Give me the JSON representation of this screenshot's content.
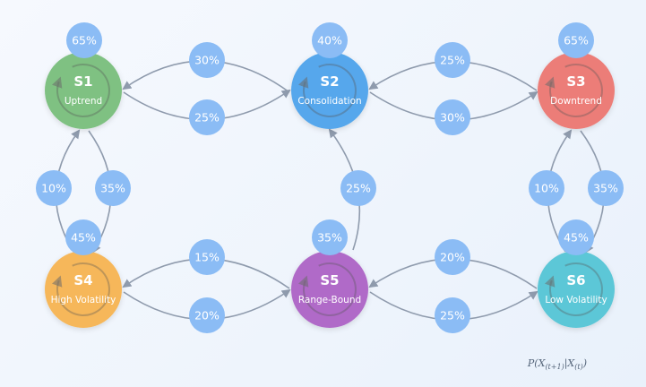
{
  "colors": {
    "edge": "#8f9bad",
    "badge": "#8bbcf5",
    "badge_text": "#ffffff"
  },
  "states": [
    {
      "id": "S1",
      "code": "S1",
      "label": "Uptrend",
      "self_prob": "65%",
      "color": "#7fc182"
    },
    {
      "id": "S2",
      "code": "S2",
      "label": "Consolidation",
      "self_prob": "40%",
      "color": "#56a7ec"
    },
    {
      "id": "S3",
      "code": "S3",
      "label": "Downtrend",
      "self_prob": "65%",
      "color": "#ec7d78"
    },
    {
      "id": "S4",
      "code": "S4",
      "label": "High Volatility",
      "self_prob": "45%",
      "color": "#f6b75a"
    },
    {
      "id": "S5",
      "code": "S5",
      "label": "Range-Bound",
      "self_prob": "35%",
      "color": "#b06ac8"
    },
    {
      "id": "S6",
      "code": "S6",
      "label": "Low Volatility",
      "self_prob": "45%",
      "color": "#5bc7d7"
    }
  ],
  "transitions": [
    {
      "from": "S2",
      "to": "S1",
      "prob": "30%"
    },
    {
      "from": "S1",
      "to": "S2",
      "prob": "25%"
    },
    {
      "from": "S3",
      "to": "S2",
      "prob": "25%"
    },
    {
      "from": "S2",
      "to": "S3",
      "prob": "30%"
    },
    {
      "from": "S5",
      "to": "S4",
      "prob": "15%"
    },
    {
      "from": "S4",
      "to": "S5",
      "prob": "20%"
    },
    {
      "from": "S6",
      "to": "S5",
      "prob": "20%"
    },
    {
      "from": "S5",
      "to": "S6",
      "prob": "25%"
    },
    {
      "from": "S4",
      "to": "S1",
      "prob": "10%"
    },
    {
      "from": "S1",
      "to": "S4",
      "prob": "35%"
    },
    {
      "from": "S5",
      "to": "S2",
      "prob": "25%"
    },
    {
      "from": "S6",
      "to": "S3",
      "prob": "10%"
    },
    {
      "from": "S3",
      "to": "S6",
      "prob": "35%"
    }
  ],
  "formula": {
    "prefix": "P(X",
    "sub1": "(t+1)",
    "middle": "|X",
    "sub2": "(t)",
    "suffix": ")"
  }
}
